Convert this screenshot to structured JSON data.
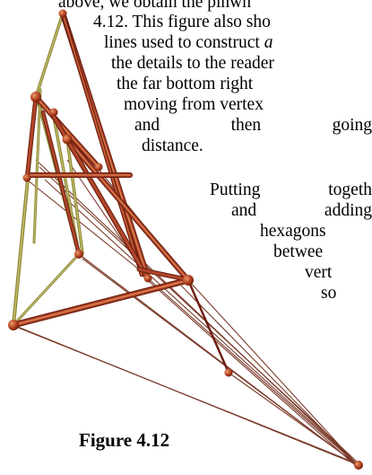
{
  "text": {
    "line1": "above, we obtain the pinwh",
    "line2": "4.12. This figure also sho",
    "line3a": "lines used to construct ",
    "line3b": "a",
    "line4": "the details to the reader",
    "line5a": "the far bottom right",
    "line6a": "moving from vertex",
    "line7a": "and",
    "line7b": "then",
    "line7c": "going",
    "line8": "distance.",
    "line9a": "Putting",
    "line9b": "togeth",
    "line10a": "and",
    "line10b": "adding",
    "line11": "hexagons",
    "line12": "betwee",
    "line13": "vert",
    "line14": "so"
  },
  "caption": "Figure 4.12",
  "colors": {
    "rod_dark": "#8a2a16",
    "rod_mid": "#b0452a",
    "rod_light": "#d9813f",
    "olive": "#8d8a3c",
    "olive_light": "#c8c06a",
    "joint": "#b2401f",
    "thin_line": "#7a3b2a"
  }
}
